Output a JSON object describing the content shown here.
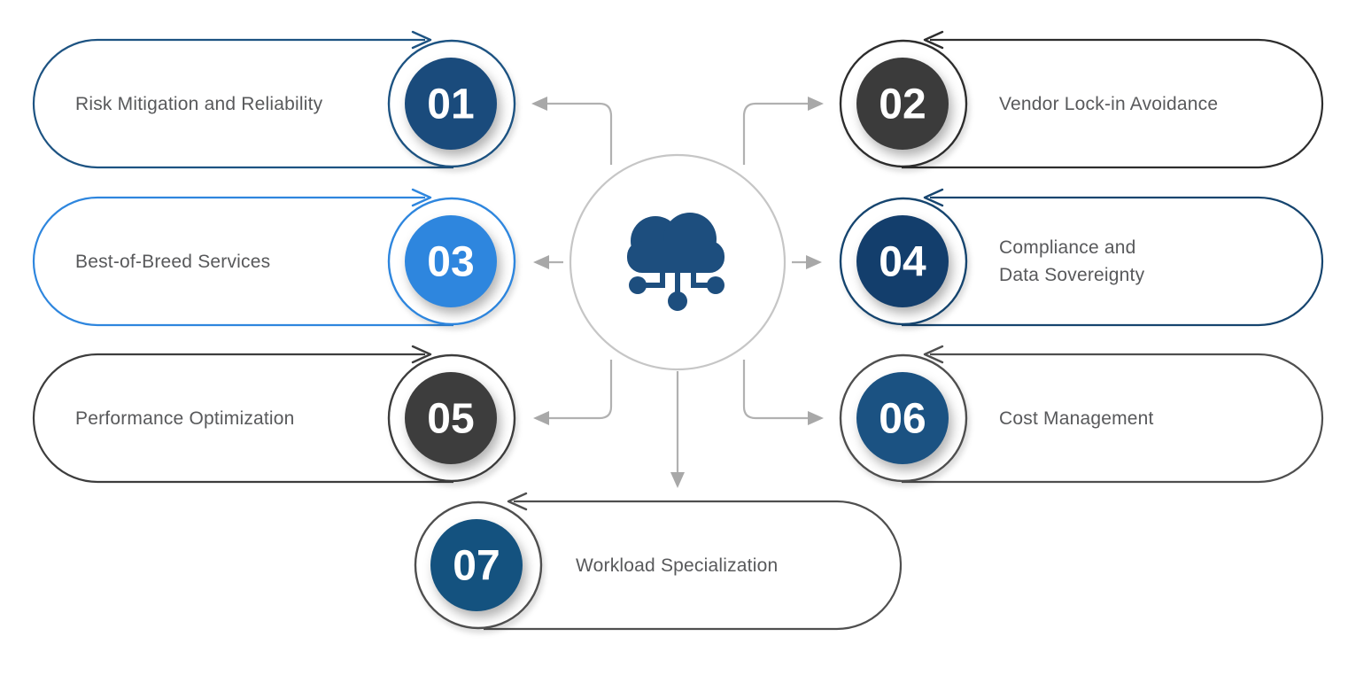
{
  "diagram": {
    "center_icon": "cloud-network",
    "items": [
      {
        "number": "01",
        "label": "Risk Mitigation and Reliability",
        "circle_color": "#1a4b7c",
        "outline_color": "#1d5382"
      },
      {
        "number": "02",
        "label": "Vendor Lock-in Avoidance",
        "circle_color": "#3b3b3b",
        "outline_color": "#2d2d2d"
      },
      {
        "number": "03",
        "label": "Best-of-Breed Services",
        "circle_color": "#2e86de",
        "outline_color": "#2e86de"
      },
      {
        "number": "04",
        "label": "Compliance and\nData Sovereignty",
        "circle_color": "#133e6c",
        "outline_color": "#16456f"
      },
      {
        "number": "05",
        "label": "Performance Optimization",
        "circle_color": "#3d3d3d",
        "outline_color": "#3d3d3d"
      },
      {
        "number": "06",
        "label": "Cost Management",
        "circle_color": "#1b5282",
        "outline_color": "#4f4f4f"
      },
      {
        "number": "07",
        "label": "Workload Specialization",
        "circle_color": "#14527f",
        "outline_color": "#4f4f4f"
      }
    ],
    "colors": {
      "background": "#ffffff",
      "connector_line": "#b1b1b1",
      "connector_arrowhead": "#a8a8a8",
      "label_text": "#58595b",
      "number_text": "#ffffff",
      "center_circle_stroke": "#c6c6c6",
      "icon_blue": "#1d4e7e"
    }
  }
}
